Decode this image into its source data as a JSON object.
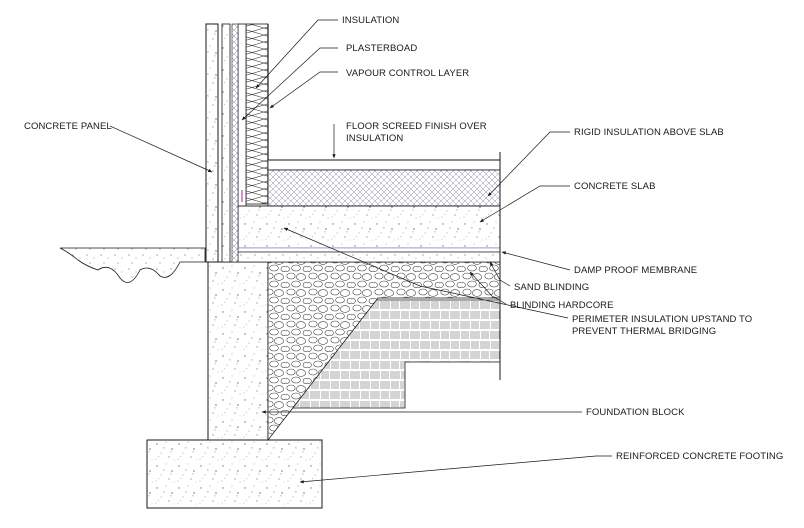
{
  "labels": {
    "insulation": "INSULATION",
    "plasterboard": "PLASTERBOAD",
    "vapour_control_layer": "VAPOUR CONTROL LAYER",
    "concrete_panel": "CONCRETE PANEL",
    "floor_screed_line1": "FLOOR SCREED FINISH OVER",
    "floor_screed_line2": "INSULATION",
    "rigid_insulation": "RIGID INSULATION ABOVE SLAB",
    "concrete_slab": "CONCRETE SLAB",
    "damp_proof_membrane": "DAMP PROOF MEMBRANE",
    "sand_blinding": "SAND BLINDING",
    "blinding_hardcore": "BLINDING HARDCORE",
    "perimeter_line1": "PERIMETER INSULATION UPSTAND TO",
    "perimeter_line2": "PREVENT THERMAL BRIDGING",
    "foundation_block": "FOUNDATION BLOCK",
    "reinforced_footing": "REINFORCED CONCRETE FOOTING"
  },
  "colors": {
    "line": "#1a1a1a",
    "hatch": "#555555",
    "insulation_cross": "#8a8ab0",
    "membrane": "#9a9ad0",
    "accent_magenta": "#c040c0"
  }
}
